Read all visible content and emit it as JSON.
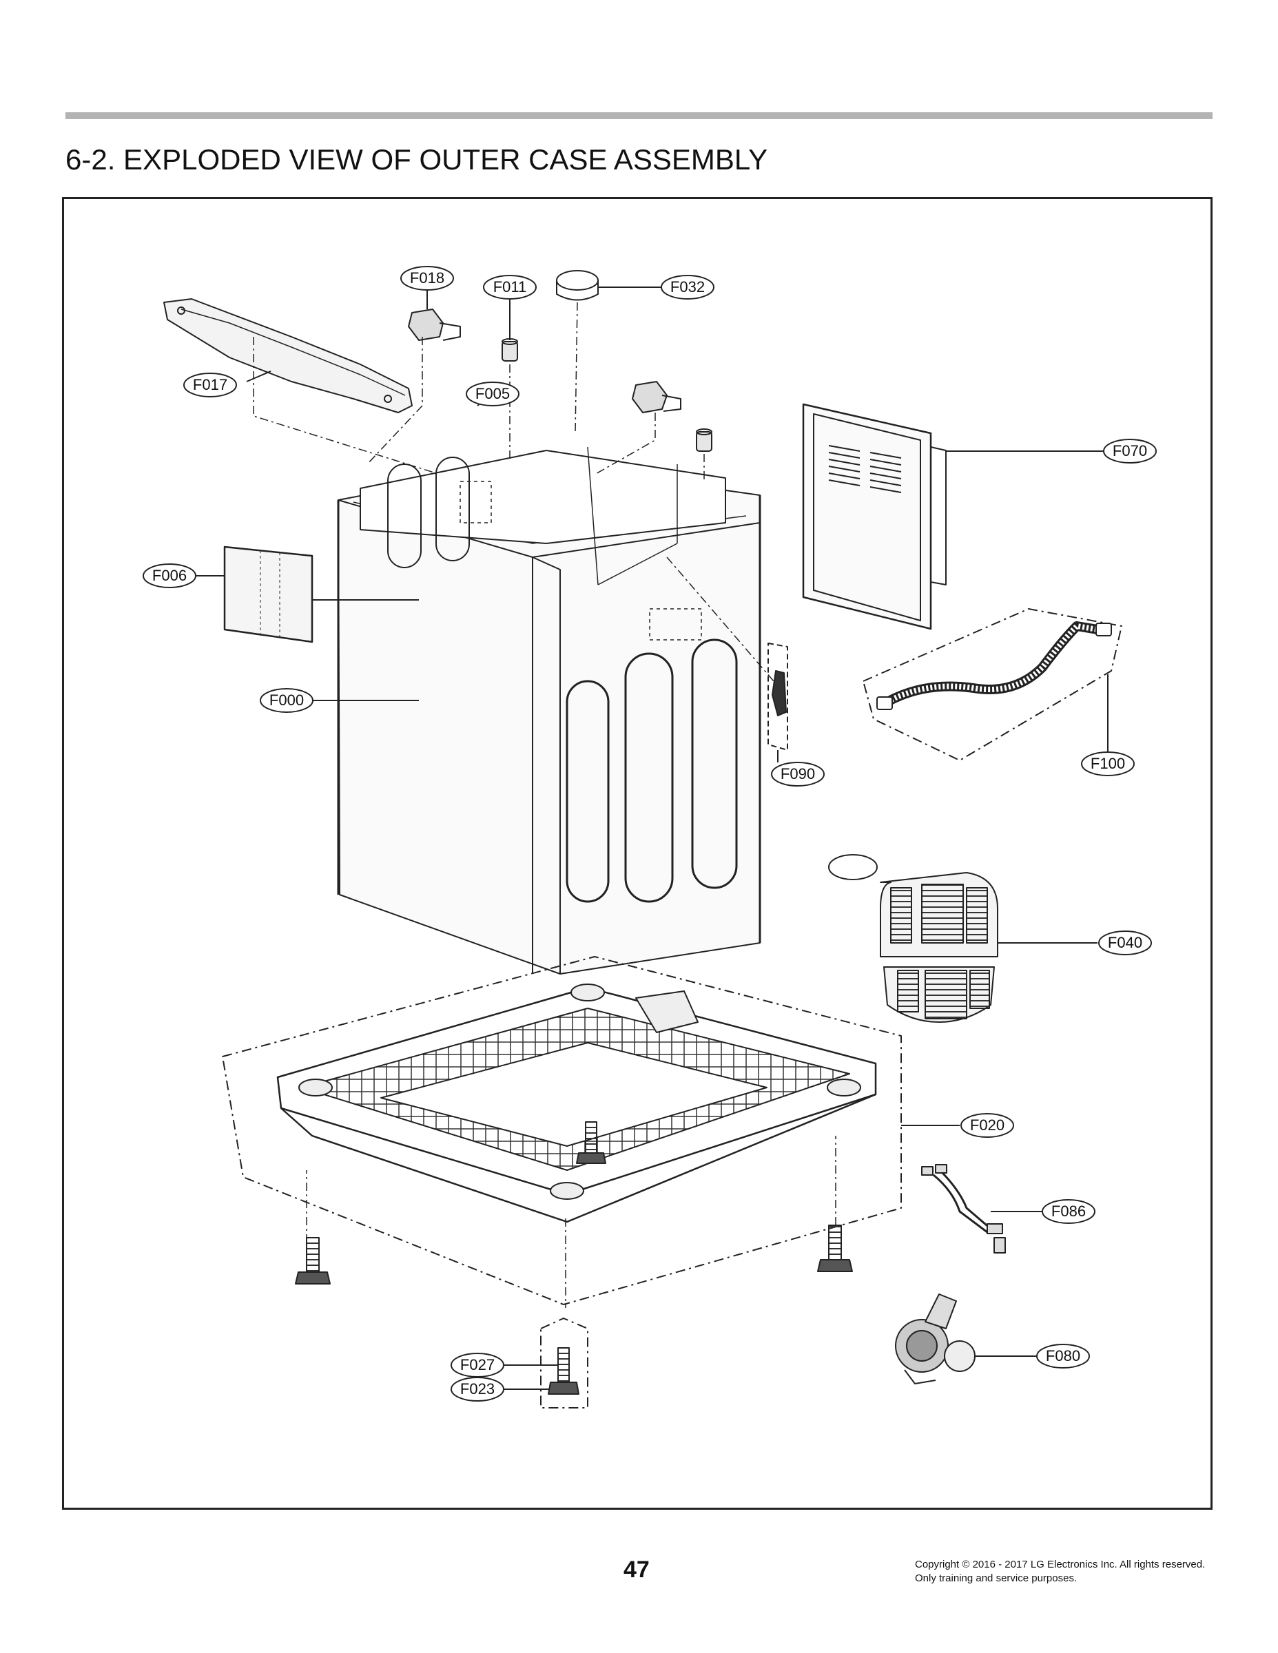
{
  "page": {
    "title": "6-2. EXPLODED VIEW OF OUTER CASE ASSEMBLY",
    "page_number": "47",
    "copyright": "Copyright © 2016 - 2017 LG Electronics Inc. All rights reserved. Only training and service purposes."
  },
  "callouts": {
    "f018": "F018",
    "f011": "F011",
    "f032": "F032",
    "f017": "F017",
    "f005": "F005",
    "f070": "F070",
    "f006": "F006",
    "f000": "F000",
    "f090": "F090",
    "f100": "F100",
    "f040": "F040",
    "f020": "F020",
    "f086": "F086",
    "f080": "F080",
    "f027": "F027",
    "f023": "F023"
  },
  "colors": {
    "rule": "#b3b3b3",
    "line": "#222222"
  }
}
